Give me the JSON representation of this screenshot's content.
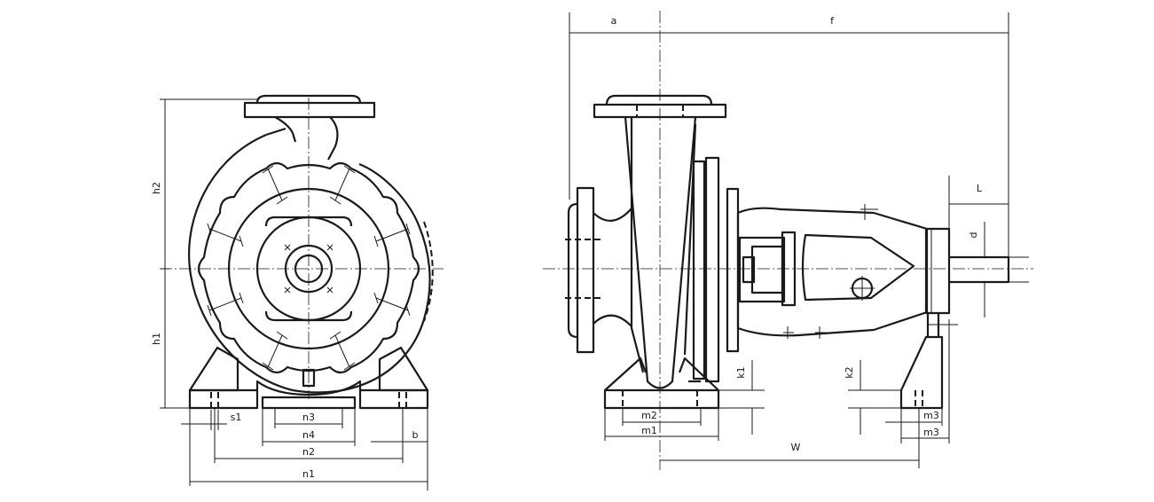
{
  "labels": {
    "a": "a",
    "f": "f",
    "L": "L",
    "d": "d",
    "h2": "h2",
    "h1": "h1",
    "s1": "s1",
    "n3": "n3",
    "n4": "n4",
    "n2": "n2",
    "n1": "n1",
    "b": "b",
    "k1": "k1",
    "k2": "k2",
    "m2": "m2",
    "m1": "m1",
    "m3_top": "m3",
    "m3_bottom": "m3",
    "W": "W"
  },
  "colors": {
    "ink": "#1a1a1a",
    "background": "#ffffff"
  }
}
